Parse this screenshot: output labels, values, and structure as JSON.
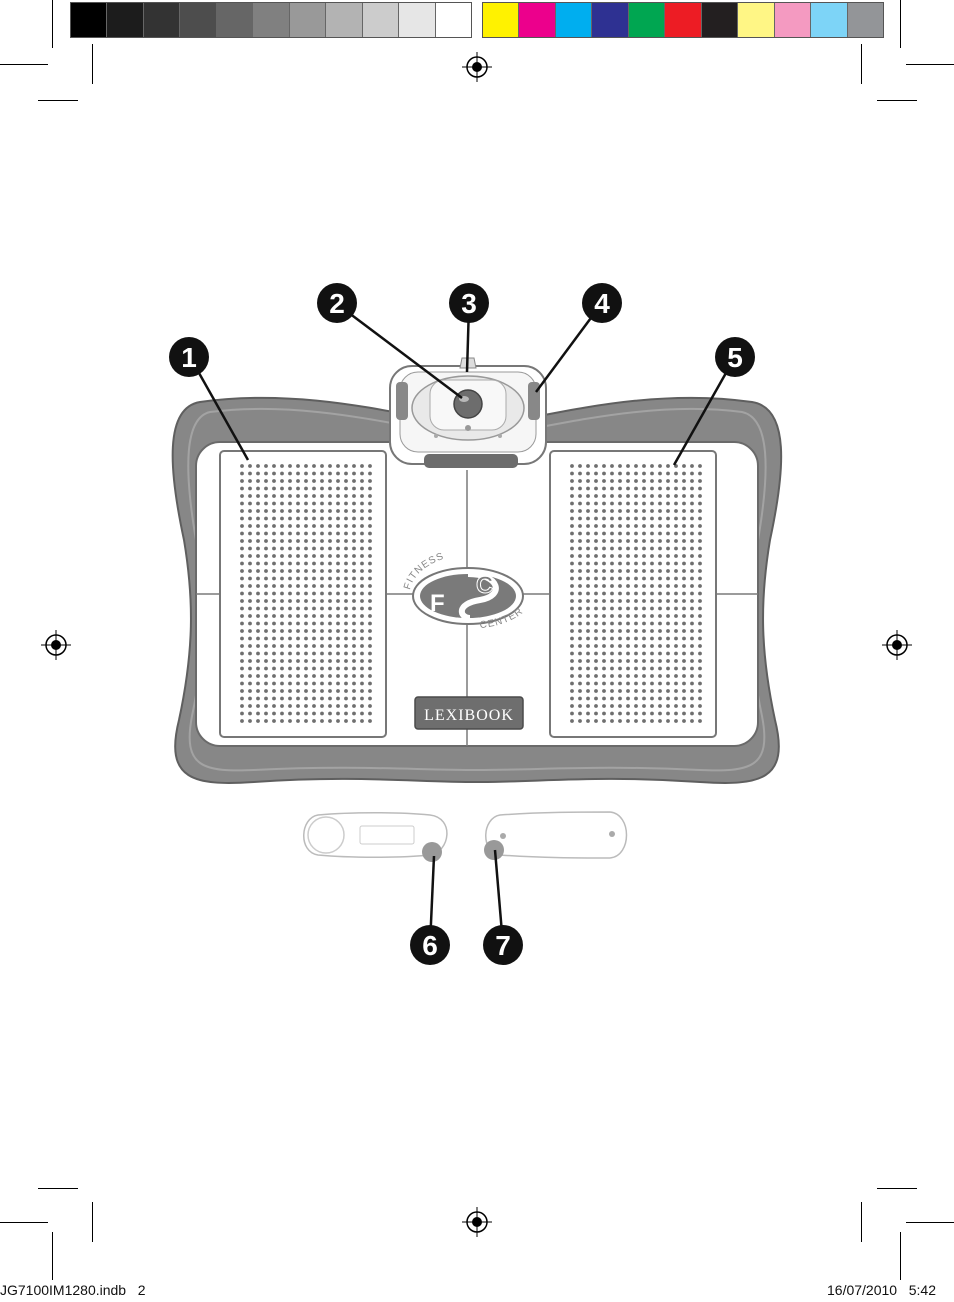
{
  "print_marks": {
    "gray_swatches": [
      "#000000",
      "#1c1c1c",
      "#333333",
      "#4d4d4d",
      "#666666",
      "#808080",
      "#999999",
      "#b3b3b3",
      "#cccccc",
      "#e6e6e6",
      "#ffffff"
    ],
    "color_swatches": [
      "#fff200",
      "#ec008c",
      "#00aeef",
      "#2e3192",
      "#00a651",
      "#ed1c24",
      "#231f20",
      "#fff685",
      "#f49ac1",
      "#7dd4f7",
      "#939598"
    ]
  },
  "illustration": {
    "callouts": [
      "1",
      "2",
      "3",
      "4",
      "5",
      "6",
      "7"
    ],
    "logo_text": "FITNESS CENTER",
    "brand": "LEXIBOOK",
    "colors": {
      "frame": "#888888",
      "frame_dark": "#6a6a6a",
      "callout": "#111111"
    }
  },
  "footer": {
    "file": "JG7100IM1280.indb   2",
    "datetime": "16/07/2010   5:42"
  }
}
